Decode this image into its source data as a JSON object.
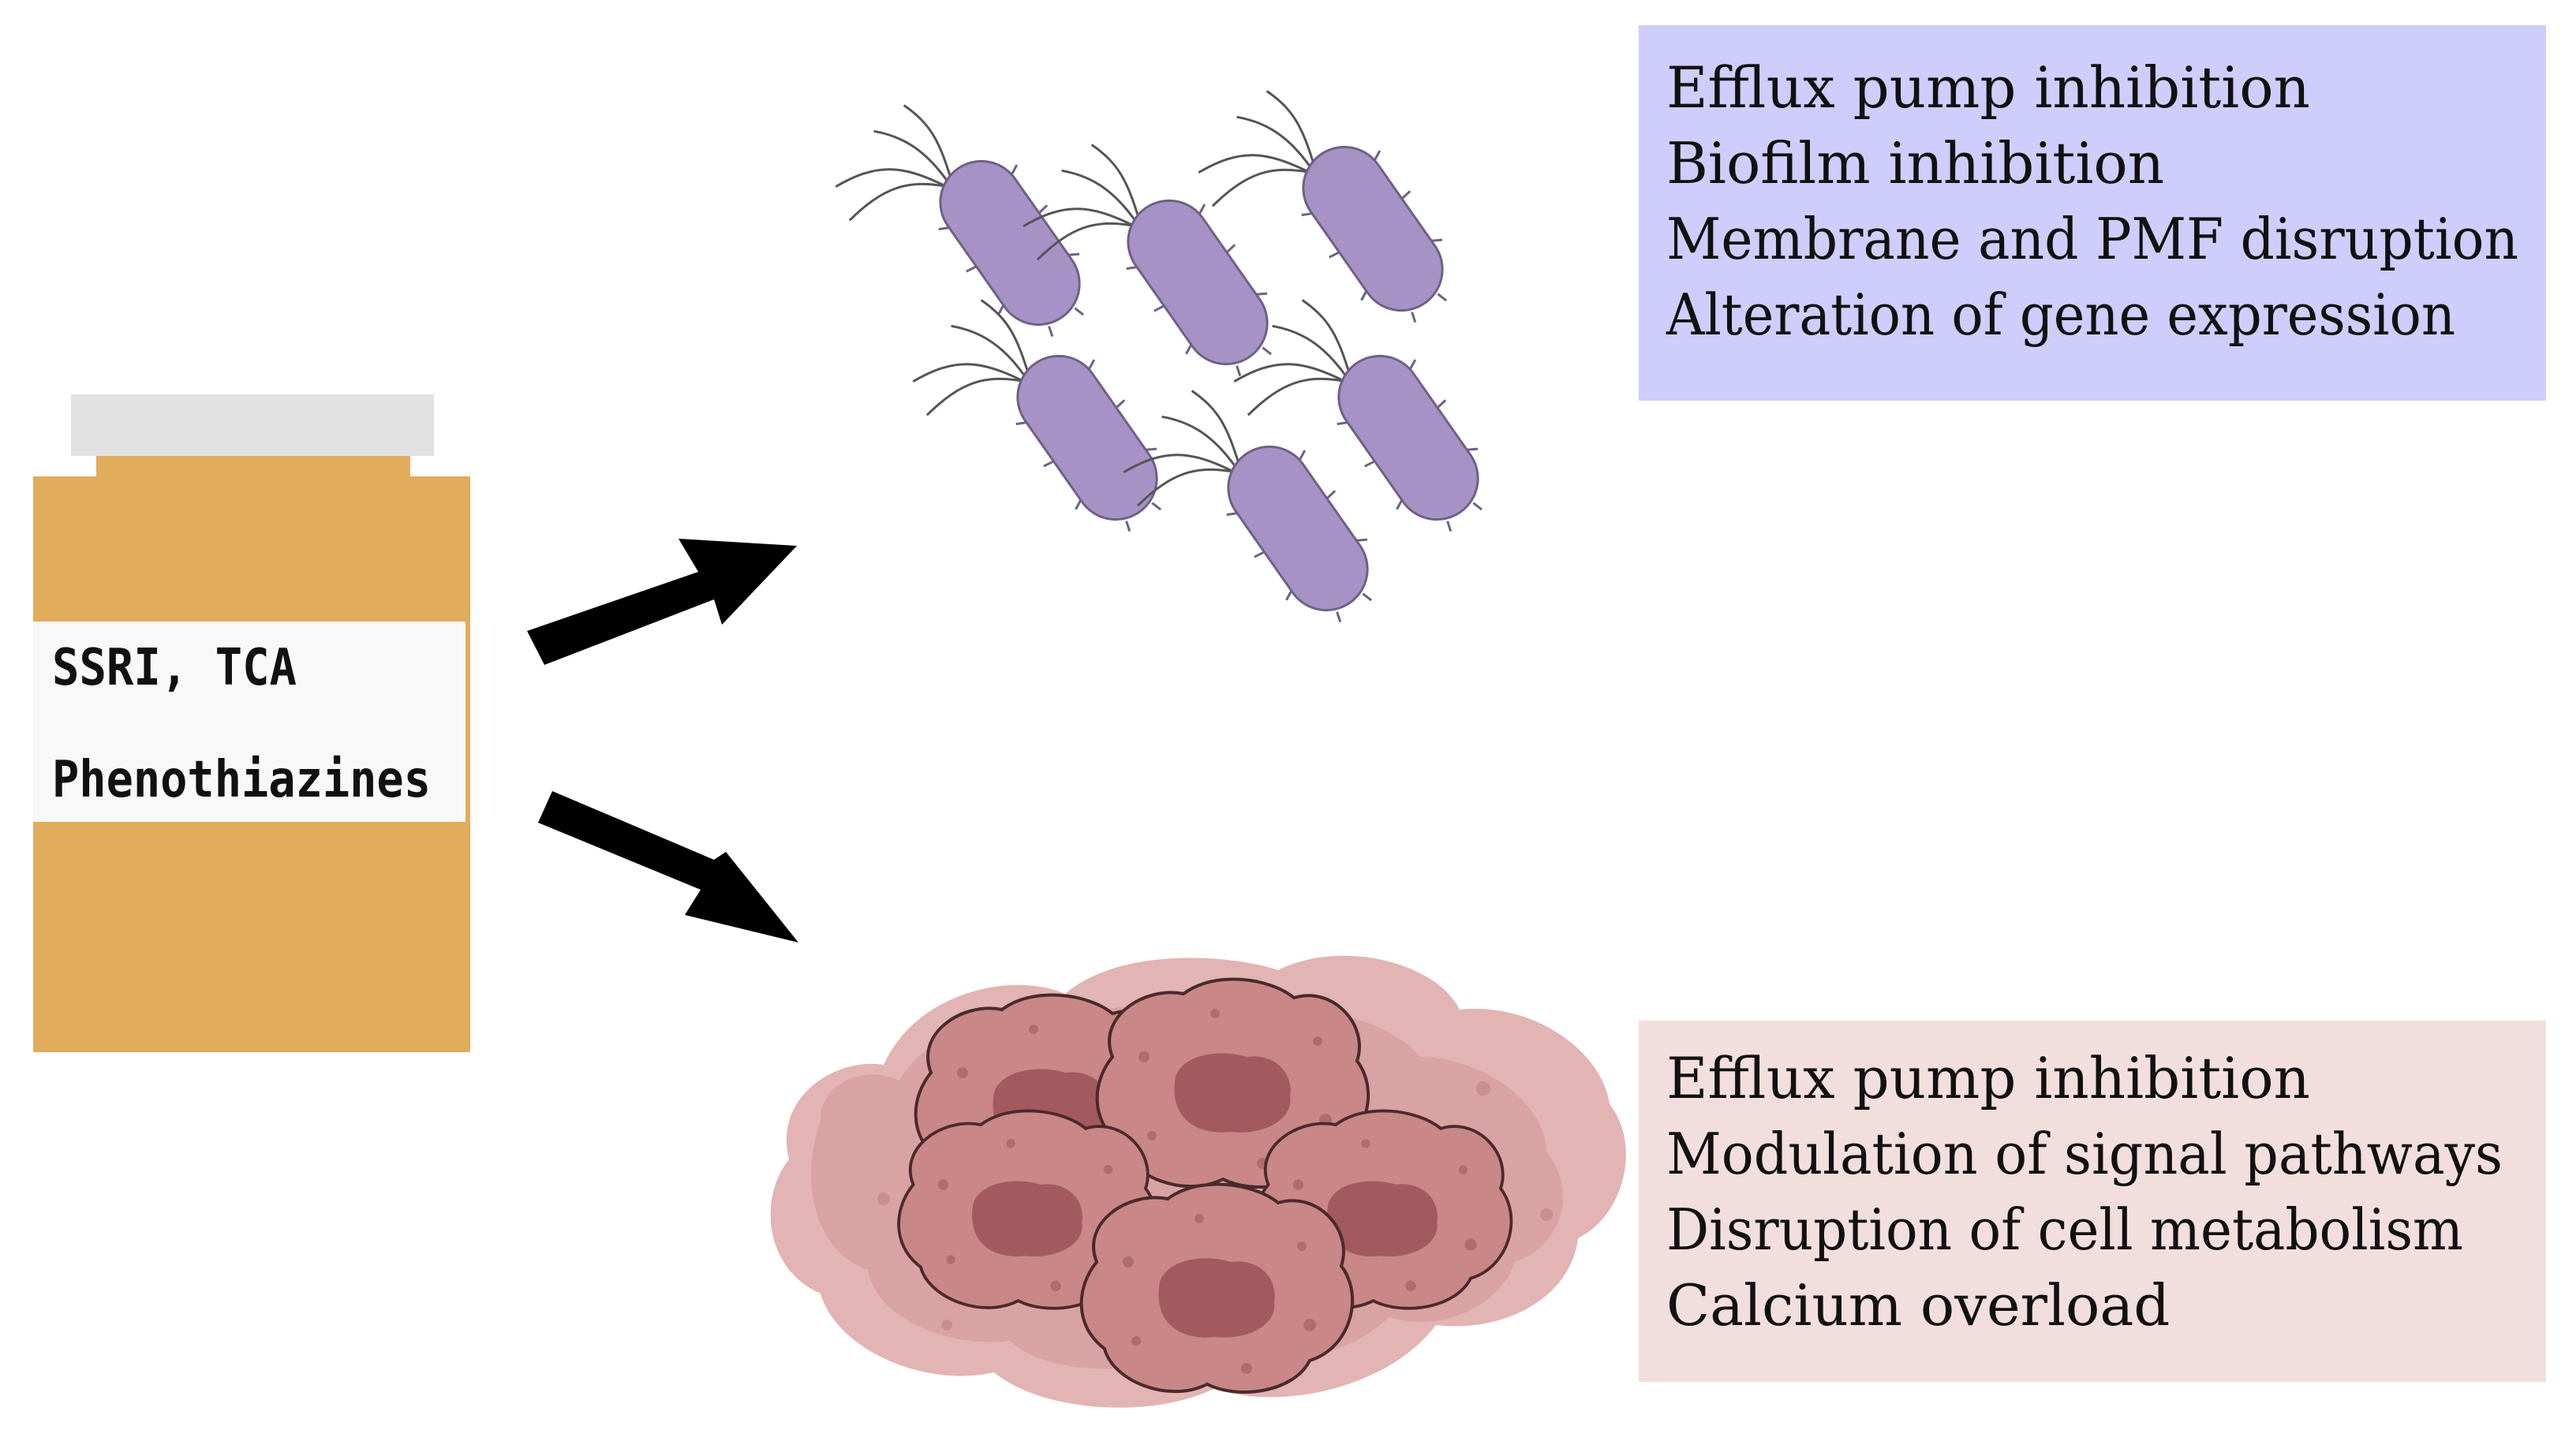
{
  "bottle": {
    "label_line_1": "SSRI, TCA",
    "label_line_2": "Phenothiazines",
    "colors": {
      "body": "#e1ac5b",
      "cap": "#e2e2e2",
      "label": "#f8f8f8"
    }
  },
  "bacteria_panel": {
    "items": [
      "Efflux pump inhibition",
      "Biofilm inhibition",
      "Membrane and PMF disruption",
      "Alteration of gene expression"
    ],
    "colors": {
      "background": "#cfcdfb",
      "bacteria_fill": "#a792c6",
      "bacteria_stroke": "#6e6184"
    }
  },
  "cancer_panel": {
    "items": [
      "Efflux pump inhibition",
      "Modulation of signal pathways",
      "Disruption of cell metabolism",
      "Calcium overload"
    ],
    "colors": {
      "background": "#f3dede",
      "cell_outer": "#e2b4b4",
      "cell_inner": "#c98787",
      "nucleus": "#a35a5e"
    }
  },
  "arrows": {
    "color": "#000000"
  }
}
